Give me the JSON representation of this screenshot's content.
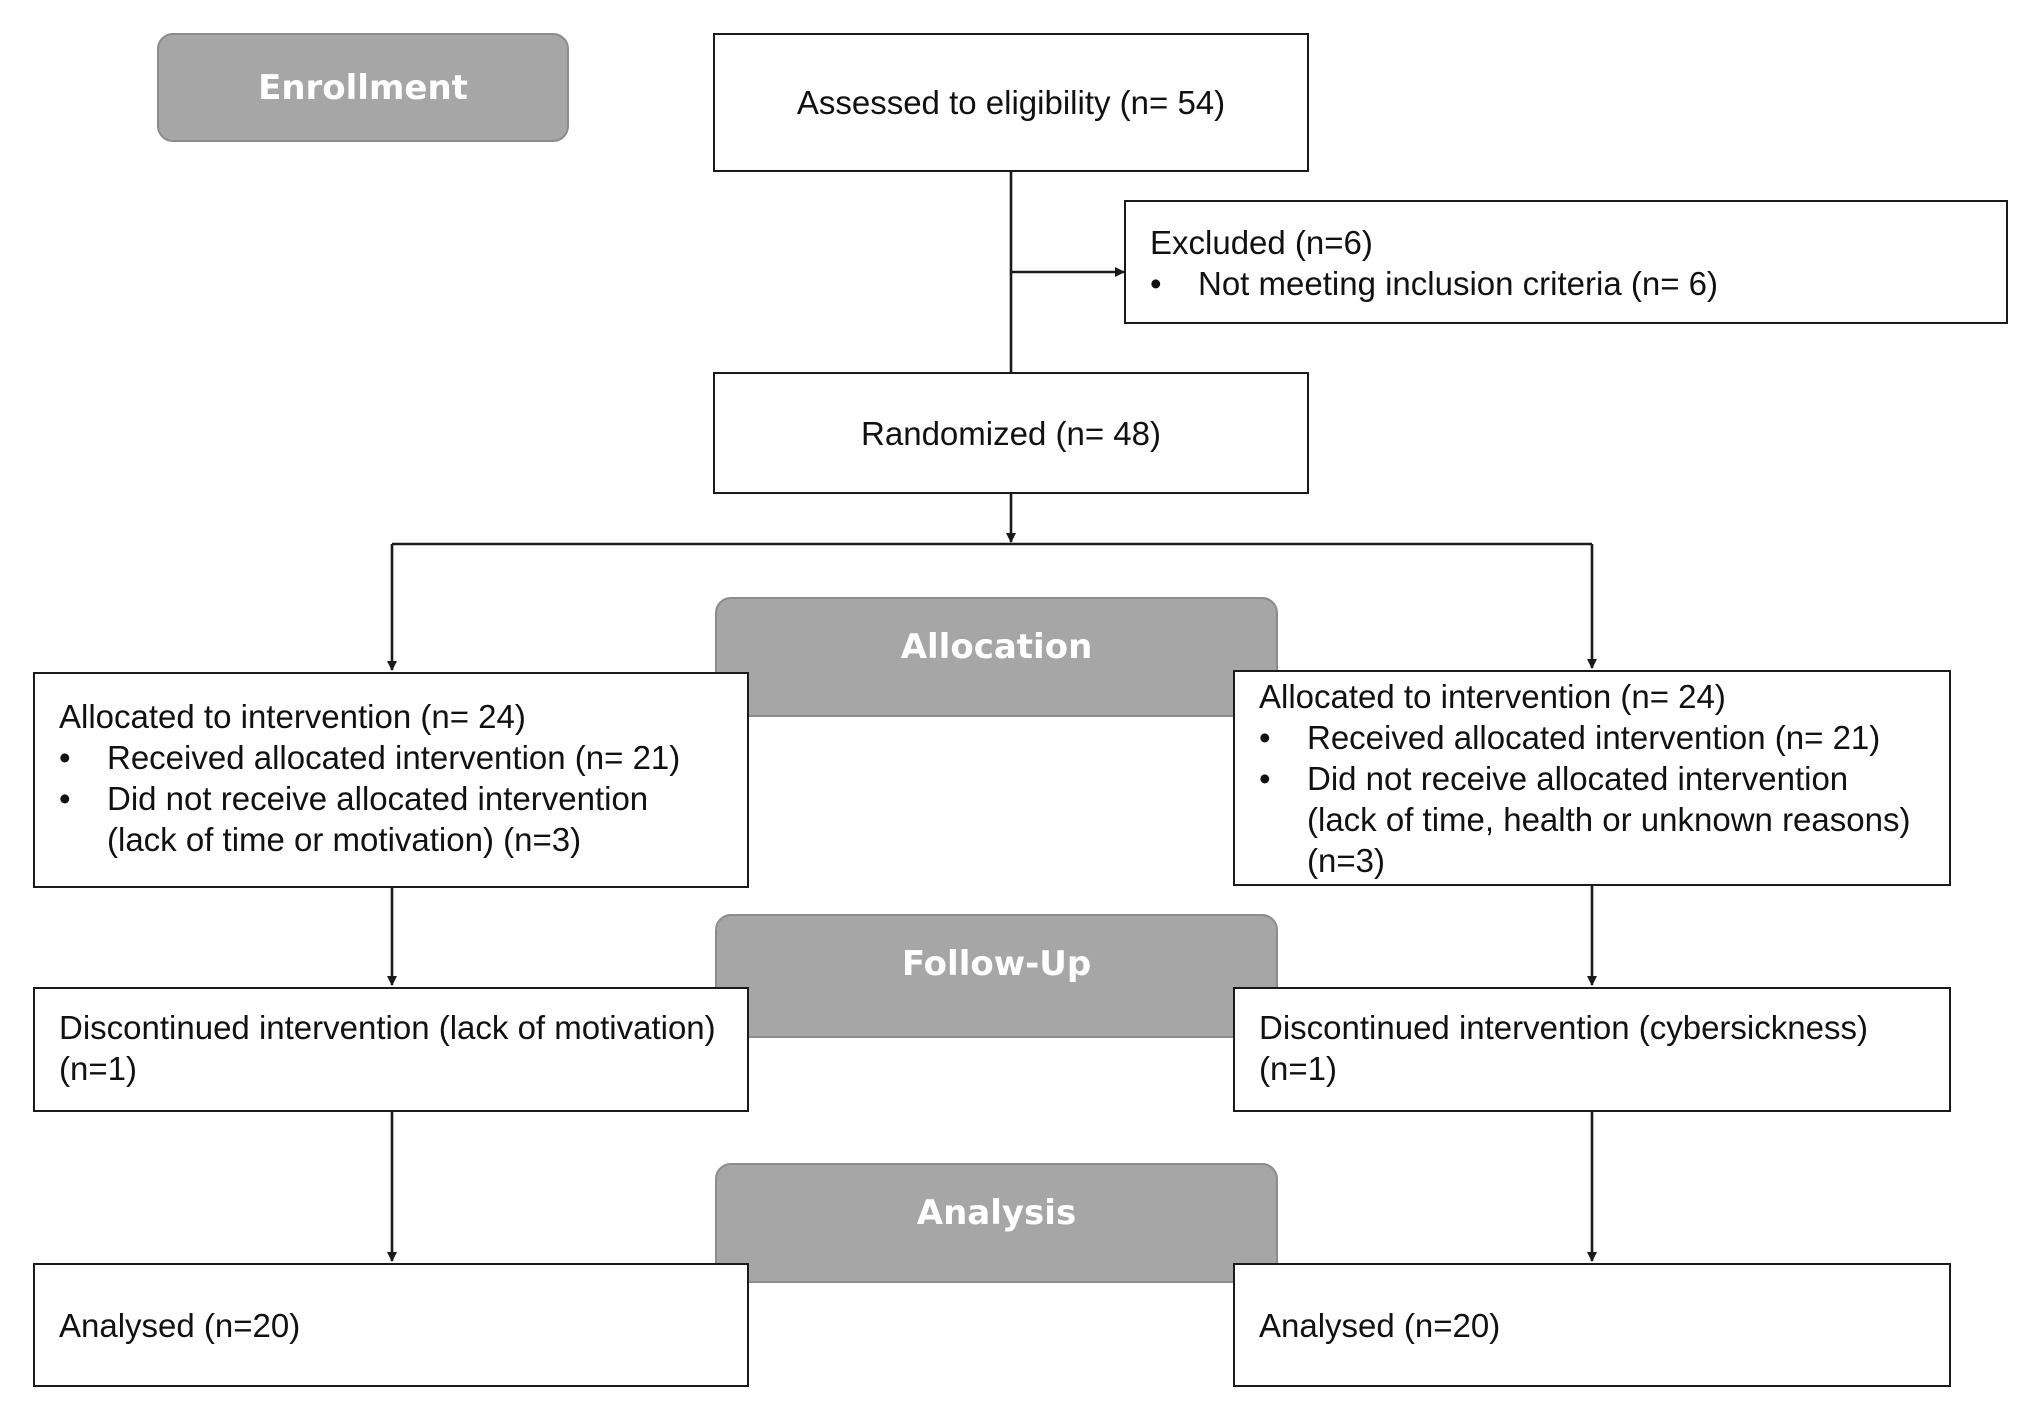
{
  "stages": {
    "enrollment": "Enrollment",
    "allocation": "Allocation",
    "follow_up": "Follow-Up",
    "analysis": "Analysis"
  },
  "assessed": "Assessed to eligibility (n= 54)",
  "excluded": {
    "title": "Excluded (n=6)",
    "items": [
      "Not meeting inclusion criteria (n= 6)"
    ]
  },
  "randomized": "Randomized (n= 48)",
  "left_arm": {
    "allocated": {
      "title": "Allocated to intervention (n= 24)",
      "items": [
        "Received allocated intervention (n= 21)",
        "Did not receive allocated intervention (lack of time or motivation) (n=3)"
      ]
    },
    "follow_up": "Discontinued intervention (lack of motivation) (n=1)",
    "analysed": "Analysed (n=20)"
  },
  "right_arm": {
    "allocated": {
      "title": "Allocated to intervention (n= 24)",
      "items": [
        "Received allocated intervention (n= 21)",
        "Did not receive allocated intervention (lack of time, health or unknown reasons) (n=3)"
      ]
    },
    "follow_up": "Discontinued intervention (cybersickness) (n=1)",
    "analysed": "Analysed (n=20)"
  }
}
